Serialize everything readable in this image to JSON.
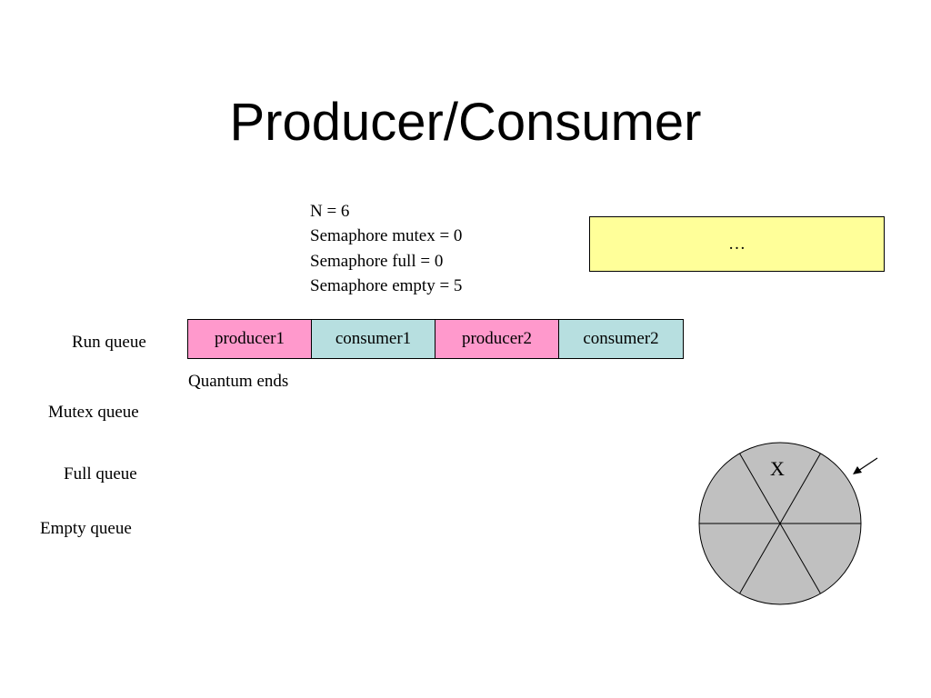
{
  "title": "Producer/Consumer",
  "state": {
    "lines": [
      "N = 6",
      "Semaphore mutex = 0",
      "Semaphore full = 0",
      "Semaphore empty = 5"
    ]
  },
  "buffer_box": {
    "text": "…",
    "color": "#ffff99"
  },
  "queues": {
    "run": "Run queue",
    "mutex": "Mutex queue",
    "full": "Full queue",
    "empty": "Empty queue"
  },
  "run_queue": {
    "items": [
      {
        "label": "producer1",
        "kind": "producer"
      },
      {
        "label": "consumer1",
        "kind": "consumer"
      },
      {
        "label": "producer2",
        "kind": "producer"
      },
      {
        "label": "consumer2",
        "kind": "consumer"
      }
    ],
    "colors": {
      "producer": "#ff99cc",
      "consumer": "#b7dfe0"
    }
  },
  "note": "Quantum ends",
  "ring_buffer": {
    "slots": 6,
    "marker": "X",
    "fill": "#c0c0c0",
    "pointer": "arrow-icon"
  }
}
